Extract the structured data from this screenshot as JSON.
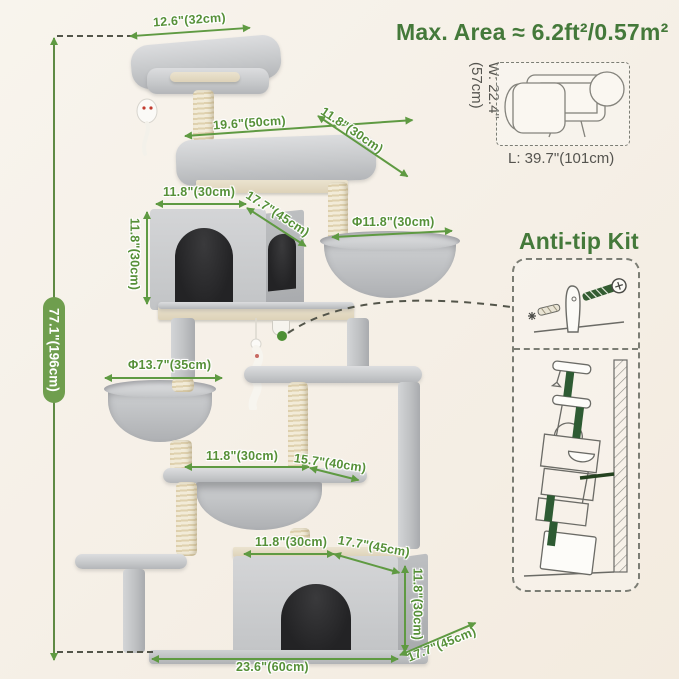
{
  "header": {
    "max_area": "Max. Area ≈ 6.2ft²/0.57m²",
    "footprint_width": "W: 22.4\"(57cm)",
    "footprint_length": "L: 39.7\"(101cm)",
    "anti_tip_title": "Anti-tip Kit"
  },
  "dims": {
    "total_height": "77.1\"(196cm)",
    "top_width": "12.6\"(32cm)",
    "platform_length": "19.6\"(50cm)",
    "platform_depth": "11.8\"(30cm)",
    "condo_width": "11.8\"(30cm)",
    "condo_depth": "17.7\"(45cm)",
    "condo_height": "11.8\"(30cm)",
    "right_basket_dia": "Φ11.8\"(30cm)",
    "left_basket_dia": "Φ13.7\"(35cm)",
    "hammock_width": "11.8\"(30cm)",
    "hammock_depth": "15.7\"(40cm)",
    "lower_condo_width": "11.8\"(30cm)",
    "lower_condo_depth": "17.7\"(45cm)",
    "lower_condo_height": "11.8\"(30cm)",
    "base_length": "23.6\"(60cm)",
    "base_depth": "17.7\"(45cm)"
  },
  "colors": {
    "accent_green": "#5f9a42",
    "heading_green": "#44793a",
    "pill_green": "#6f9e4e",
    "background": "#f5efe6"
  }
}
